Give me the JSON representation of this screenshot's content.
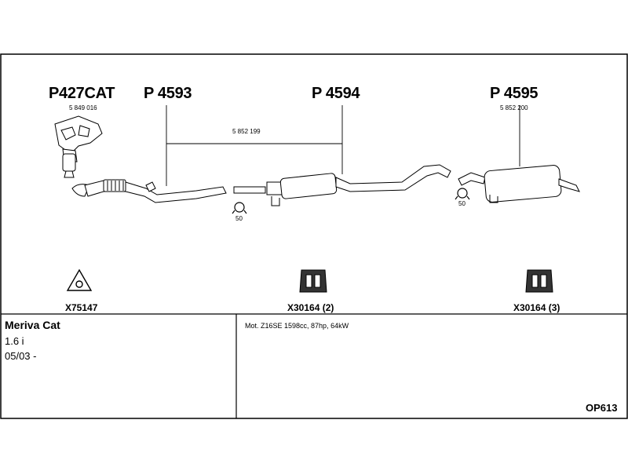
{
  "parts": {
    "manifold": {
      "number": "P427CAT",
      "ref": "5 849 016"
    },
    "front_pipe": {
      "number": "P 4593"
    },
    "middle": {
      "number": "P 4594",
      "ref": "5 852 199"
    },
    "rear": {
      "number": "P 4595",
      "ref": "5 852 200"
    }
  },
  "hangers": {
    "middle_qty": "50",
    "rear_qty": "50"
  },
  "fittings": {
    "gasket": "X75147",
    "mount_middle": "X30164 (2)",
    "mount_rear": "X30164 (3)"
  },
  "vehicle": {
    "model": "Meriva Cat",
    "engine": "1.6 i",
    "date": "05/03 -"
  },
  "engine_note": "Mot. Z16SE 1598cc, 87hp, 64kW",
  "diagram_code": "OP613"
}
